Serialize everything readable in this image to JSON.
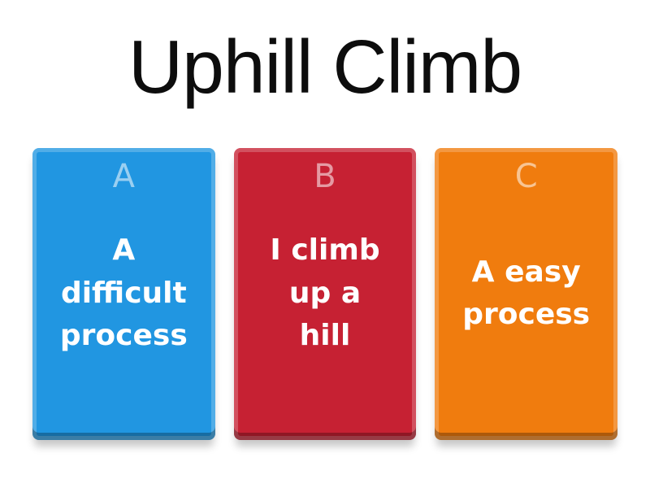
{
  "title": "Uphill Climb",
  "colors": {
    "background": "#ffffff",
    "title_text": "#0d0d0d",
    "answer_text": "#ffffff",
    "option_blue": "#2196E1",
    "option_red": "#C62133",
    "option_orange": "#F07C0E"
  },
  "quiz": {
    "options": [
      {
        "letter": "A",
        "text": "A difficult process",
        "text_lines": [
          "A",
          "difficult",
          "process"
        ],
        "color": "#2196E1"
      },
      {
        "letter": "B",
        "text": "I climb up a hill",
        "text_lines": [
          "I climb",
          "up a",
          "hill"
        ],
        "color": "#C62133"
      },
      {
        "letter": "C",
        "text": "A easy process",
        "text_lines": [
          "A easy",
          "process"
        ],
        "color": "#F07C0E"
      }
    ]
  }
}
